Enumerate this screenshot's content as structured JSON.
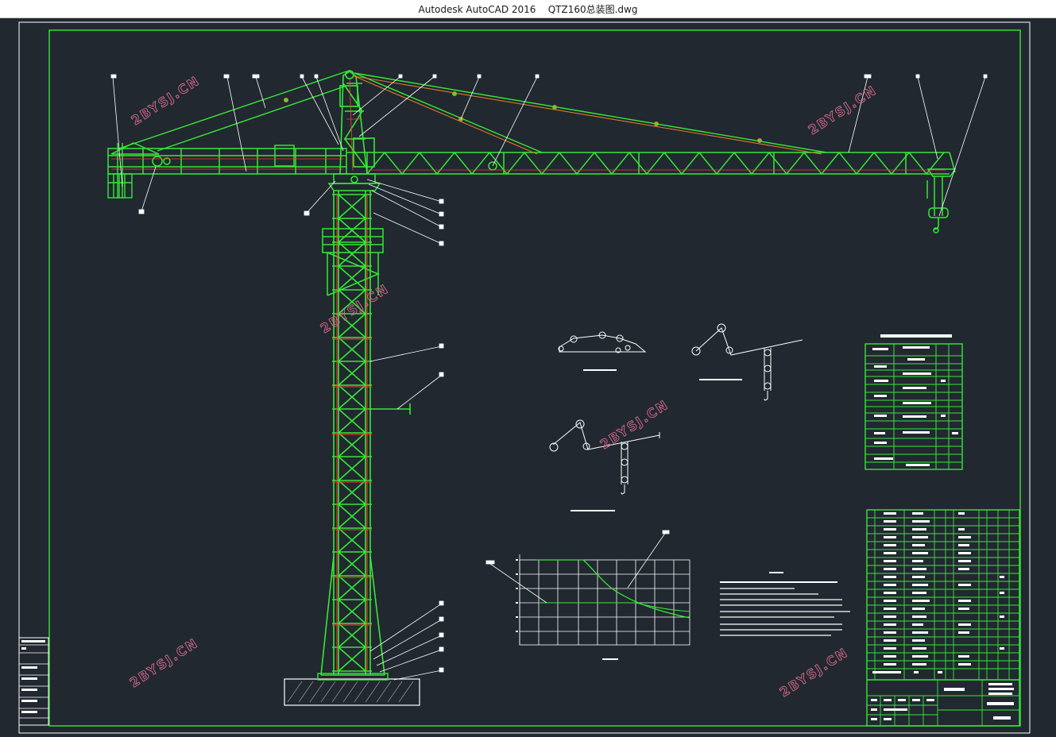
{
  "window": {
    "app_name": "Autodesk AutoCAD 2016",
    "document_name": "QTZ160总装图.dwg"
  },
  "watermark": {
    "text": "2BYSJ.CN",
    "color": "#d86a8a"
  },
  "colors": {
    "background": "#212830",
    "crane": "#36e836",
    "inner_members": "#ff3a2a",
    "tie_rods": "#e07a28",
    "frame": "#ffffff"
  },
  "icons": {
    "hook": "hook-icon"
  }
}
